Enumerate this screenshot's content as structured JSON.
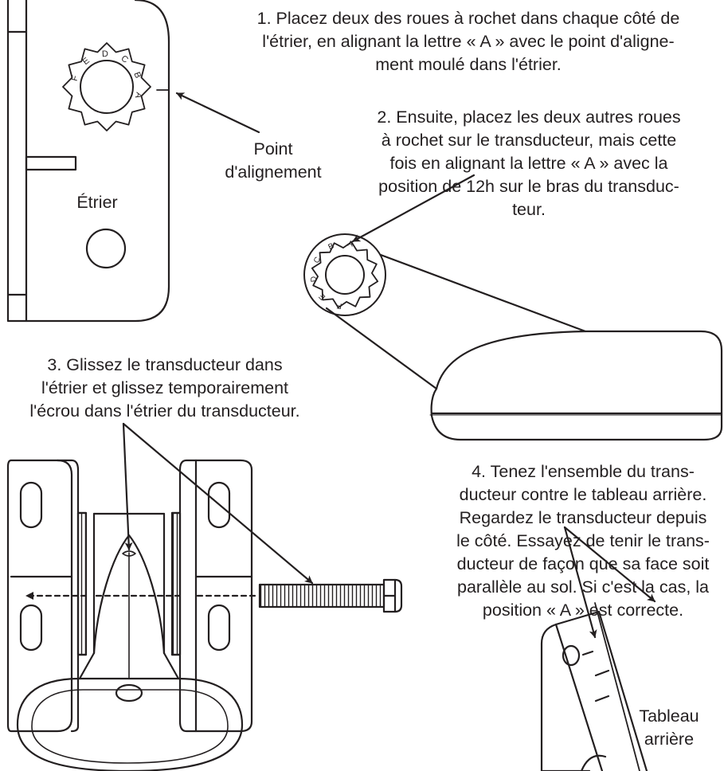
{
  "steps": {
    "step1": "1. Placez deux des roues à rochet dans chaque côté de\nl'étrier, en alignant la lettre « A » avec le point d'aligne-\nment moulé dans l'étrier.",
    "step2": "2. Ensuite, placez les deux autres roues\nà rochet sur le transducteur, mais cette\nfois en alignant la lettre « A » avec la\nposition de 12h sur le bras du transduc-\nteur.",
    "step3": "3. Glissez le transducteur dans\nl'étrier et glissez temporairement\nl'écrou dans l'étrier du transducteur.",
    "step4": "4. Tenez l'ensemble du trans-\nducteur contre le tableau arrière.\nRegardez le transducteur depuis\nle côté. Essayez de tenir le trans-\nducteur de façon que sa face soit\nparallèle au sol. Si c'est la cas, la\nposition « A » est correcte."
  },
  "labels": {
    "alignment_point": "Point\nd'alignement",
    "bracket": "Étrier",
    "transom": "Tableau\narrière"
  },
  "ratchet_letters": [
    "A",
    "B",
    "C",
    "D",
    "E",
    "F"
  ],
  "colors": {
    "ink": "#231f20",
    "paper": "#ffffff"
  }
}
